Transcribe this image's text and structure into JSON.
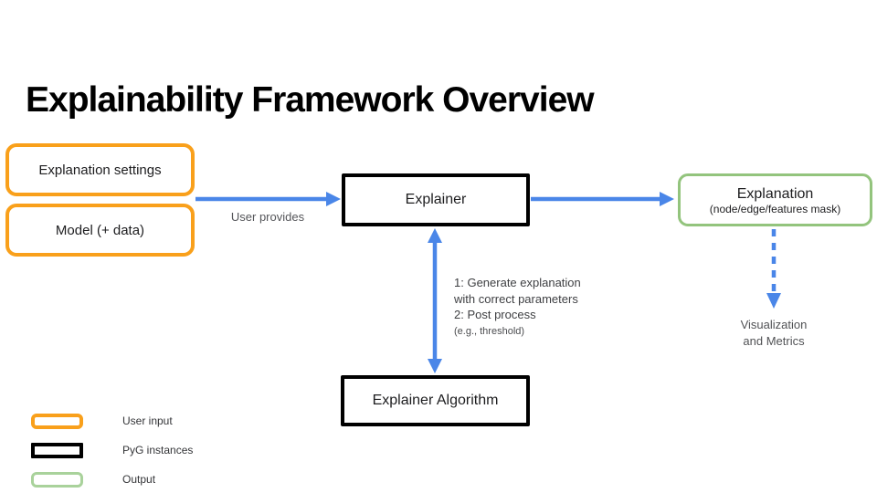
{
  "title": "Explainability Framework Overview",
  "colors": {
    "user_input_orange": "#F9A01B",
    "output_green": "#93C47D",
    "legend_green": "#A9D29B",
    "arrow_blue": "#4A86E8",
    "pyg_black": "#000000"
  },
  "nodes": {
    "explanation_settings": {
      "label": "Explanation settings"
    },
    "model_data": {
      "label": "Model (+ data)"
    },
    "explainer": {
      "label": "Explainer"
    },
    "explanation": {
      "label": "Explanation",
      "sublabel": "(node/edge/features mask)"
    },
    "explainer_algorithm": {
      "label": "Explainer Algorithm"
    },
    "visualization": {
      "line1": "Visualization",
      "line2": "and Metrics"
    }
  },
  "annotations": {
    "user_provides": "User provides",
    "process_line1": "1: Generate explanation",
    "process_line2": "with correct parameters",
    "process_line3": "2: Post process",
    "process_line4": "(e.g., threshold)"
  },
  "legend": {
    "items": [
      {
        "label": "User input"
      },
      {
        "label": "PyG instances"
      },
      {
        "label": "Output"
      }
    ]
  }
}
